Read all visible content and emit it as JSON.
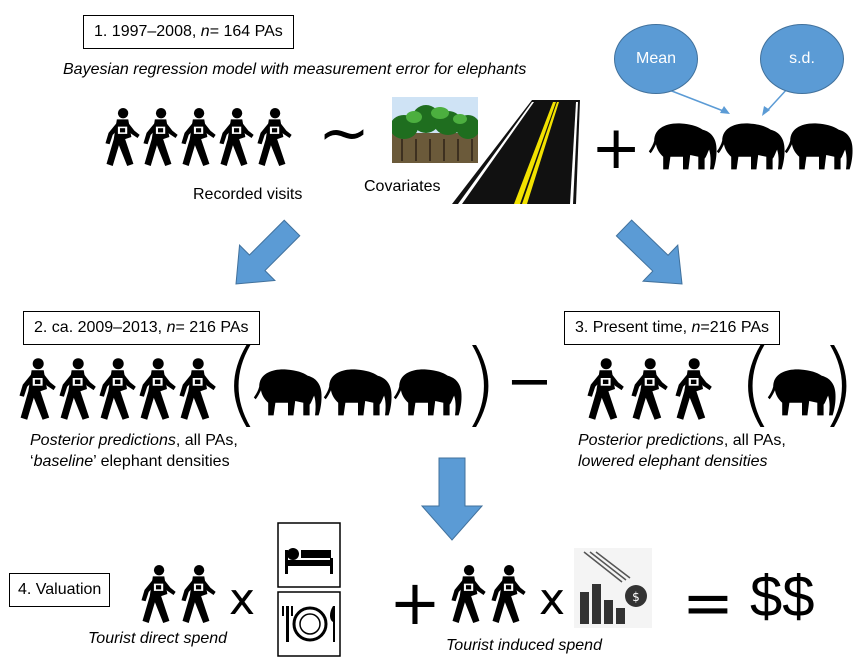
{
  "step1": {
    "label_prefix": "1. 1997–2008,",
    "n_symbol": "n",
    "label_suffix": "= 164 PAs",
    "subtitle": "Bayesian regression model with measurement error for elephants",
    "recorded_visits": "Recorded visits",
    "covariates": "Covariates",
    "tilde": "~",
    "plus": "+",
    "mean_label": "Mean",
    "sd_label": "s.d."
  },
  "step2": {
    "label_prefix": "2. ca. 2009–2013,",
    "n_symbol": "n",
    "label_suffix": "= 216 PAs",
    "caption_line1_a": "Posterior predictions",
    "caption_line1_b": ", all PAs,",
    "caption_line2_a": "‘",
    "caption_line2_b": "baseline",
    "caption_line2_c": "’ elephant densities",
    "paren_open": "(",
    "paren_close": ")",
    "minus": "−"
  },
  "step3": {
    "label_prefix": "3. Present time,",
    "n_symbol": "n",
    "label_suffix": "=216 PAs",
    "caption_line1_a": "Posterior predictions",
    "caption_line1_b": ", all PAs,",
    "caption_line2": "lowered elephant densities",
    "paren_open": "(",
    "paren_close": ")"
  },
  "step4": {
    "label": "4. Valuation",
    "times1": "x",
    "times2": "x",
    "plus": "+",
    "equals": "=",
    "result": "$$",
    "direct_spend": "Tourist direct spend",
    "induced_spend": "Tourist induced spend"
  },
  "colors": {
    "arrow_fill": "#5b9bd5",
    "arrow_stroke": "#41719c",
    "bubble_fill": "#5b9bd5",
    "icon": "#000000",
    "road": "#111111",
    "road_line": "#f2e200",
    "forest": "#2e8b2e"
  }
}
